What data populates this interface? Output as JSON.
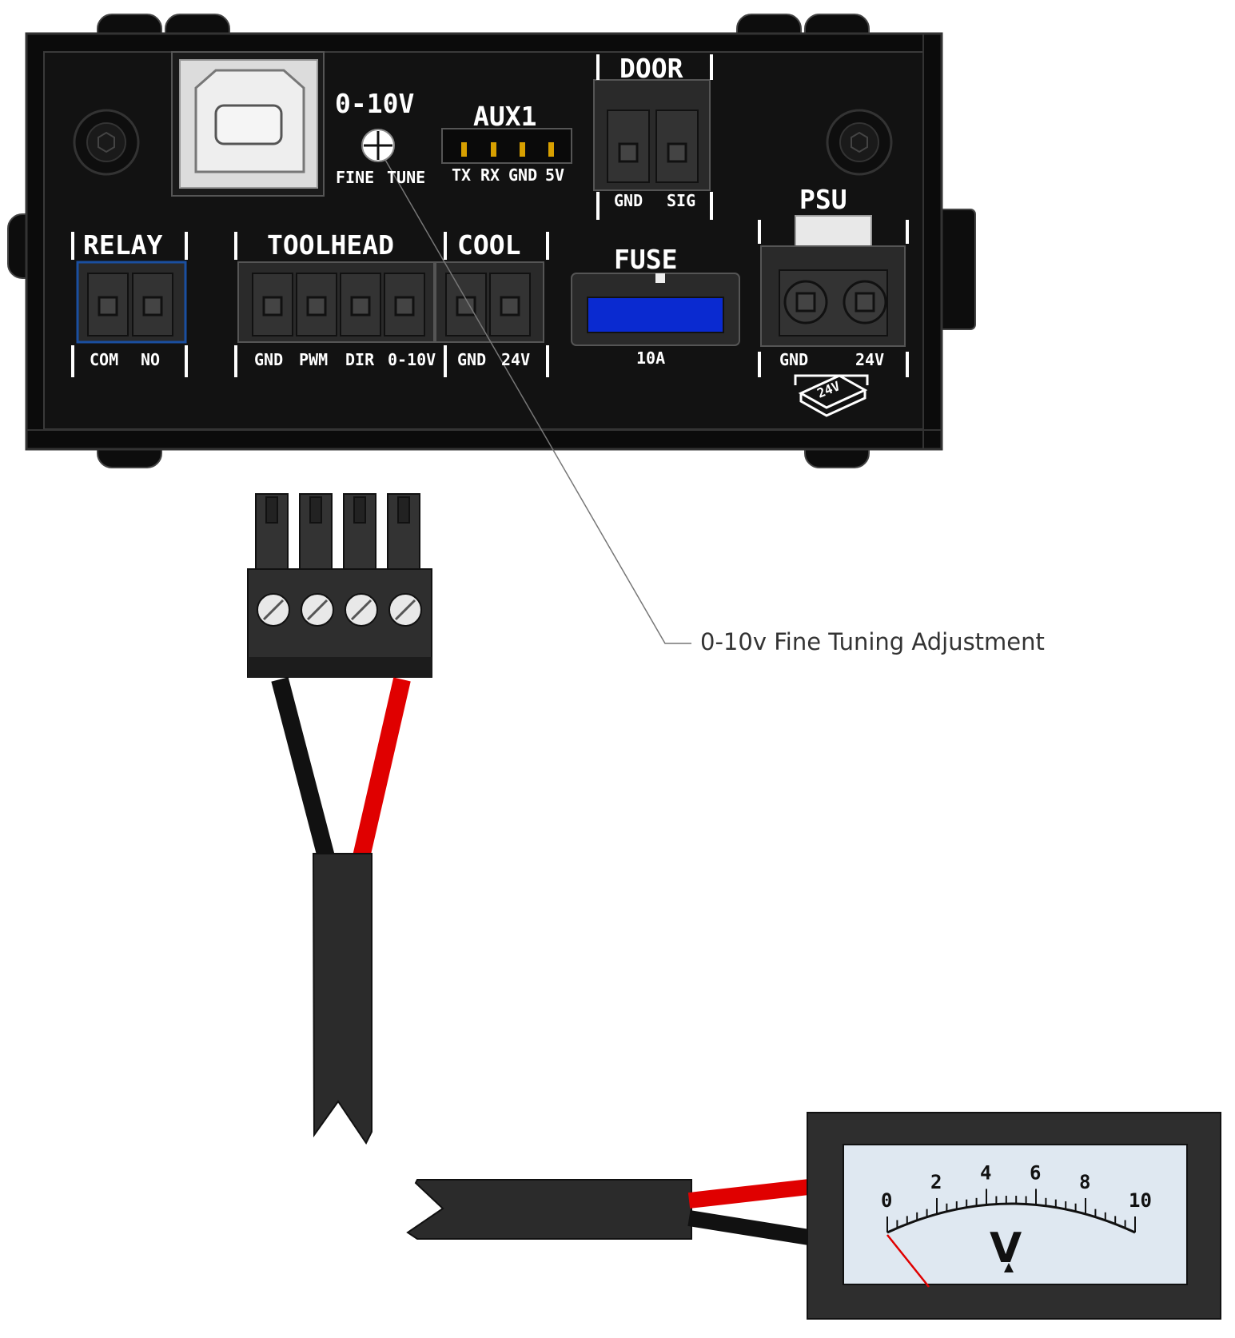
{
  "colors": {
    "enclosure": "#0b0b0b",
    "panel": "#121212",
    "fuse_blue": "#0a2ad0",
    "wire_red": "#e00000",
    "wire_black": "#151515",
    "cable": "#2b2b2b",
    "meter_face": "#dfe8f1"
  },
  "usb": {
    "icon": "usb-b-port-icon"
  },
  "dial": {
    "title": "0-10V",
    "pins": [
      "FINE",
      "TUNE"
    ]
  },
  "aux1": {
    "title": "AUX1",
    "pins": [
      "TX",
      "RX",
      "GND",
      "5V"
    ]
  },
  "door": {
    "title": "DOOR",
    "pins": [
      "GND",
      "SIG"
    ]
  },
  "psu": {
    "title": "PSU",
    "pins": [
      "GND",
      "24V"
    ],
    "icon_label": "24V"
  },
  "relay": {
    "title": "RELAY",
    "pins": [
      "COM",
      "NO"
    ]
  },
  "toolhead": {
    "title": "TOOLHEAD",
    "pins": [
      "GND",
      "PWM",
      "DIR",
      "0-10V"
    ]
  },
  "cool": {
    "title": "COOL",
    "pins": [
      "GND",
      "24V"
    ]
  },
  "fuse": {
    "title": "FUSE",
    "rating": "10A"
  },
  "callout": {
    "text": "0-10v Fine Tuning Adjustment"
  },
  "meter": {
    "scale": [
      "0",
      "2",
      "4",
      "6",
      "8",
      "10"
    ],
    "unit": "V",
    "needle_value": 0
  }
}
